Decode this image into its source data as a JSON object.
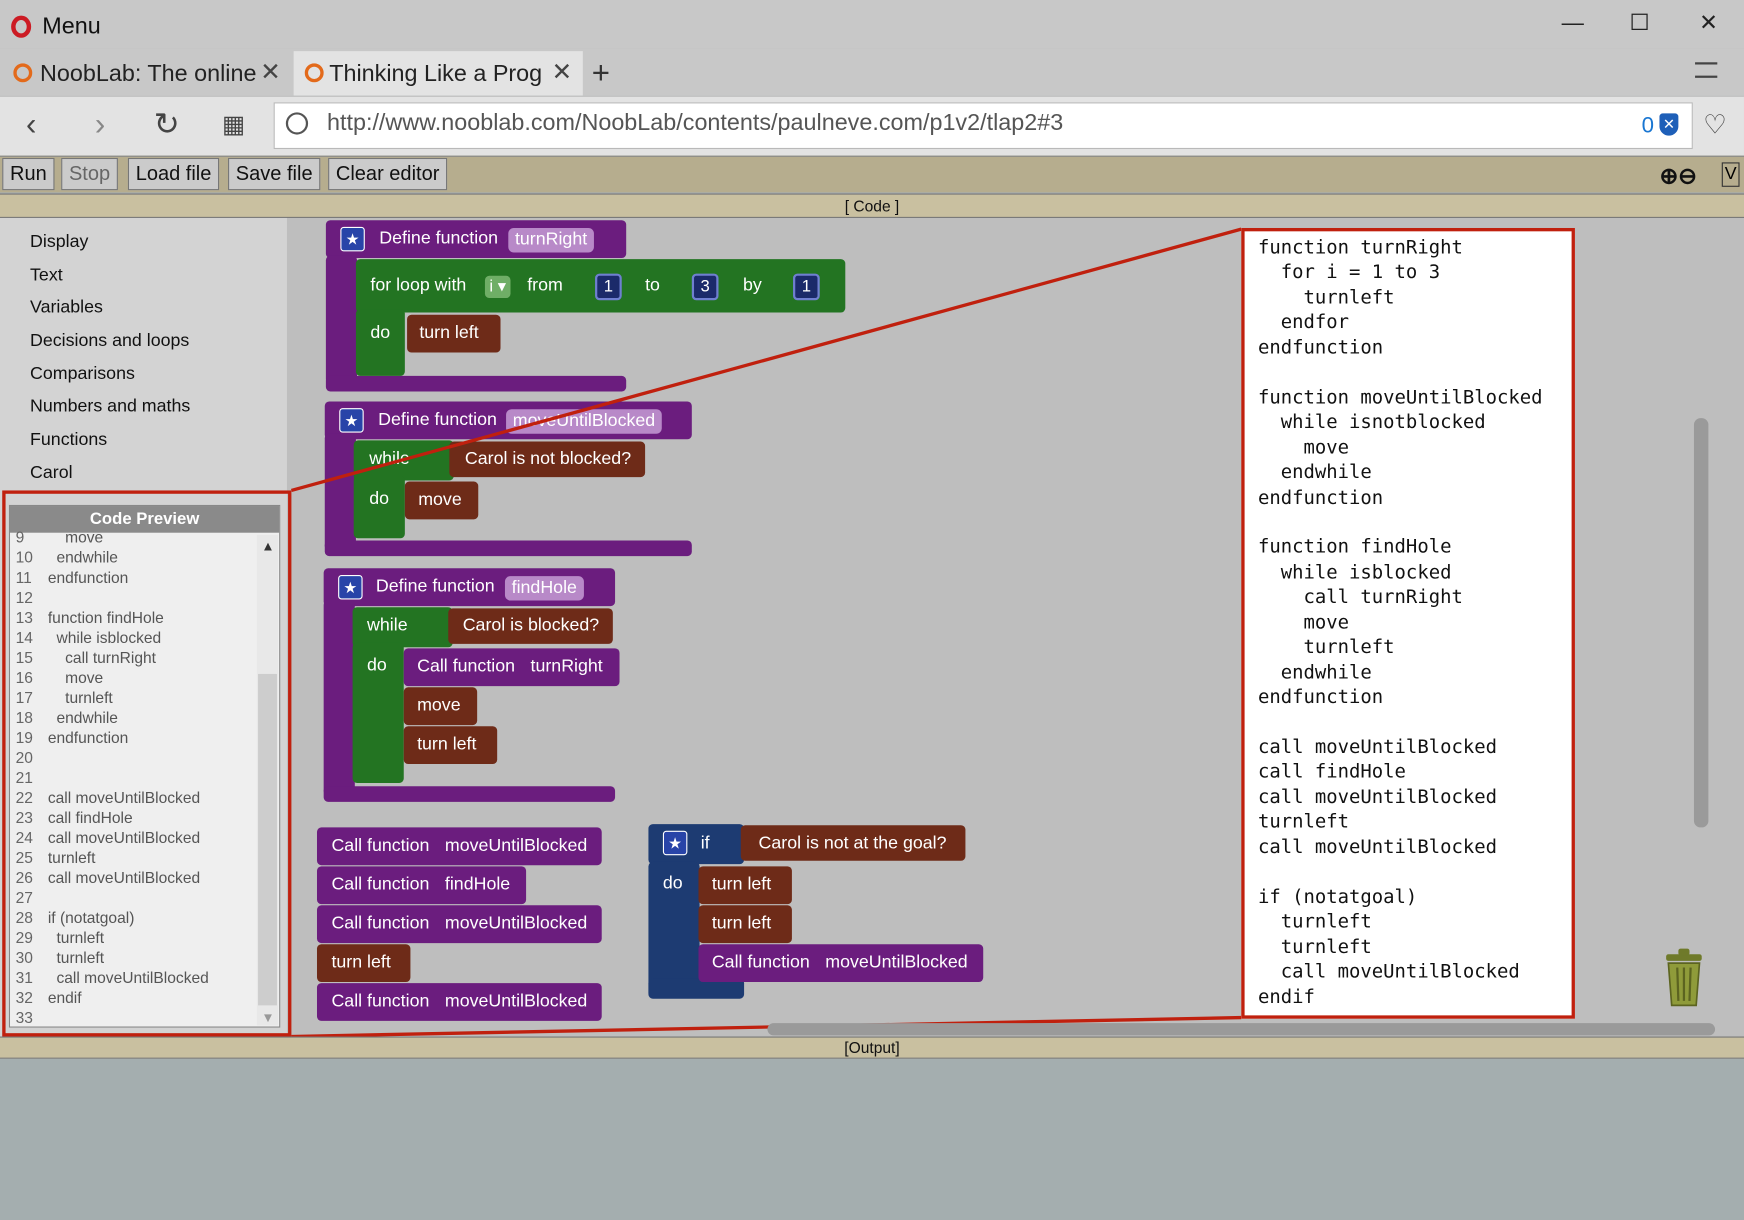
{
  "window": {
    "menu_label": "Menu",
    "minimize": "—",
    "maximize": "☐",
    "close": "✕"
  },
  "tabs": [
    {
      "title": "NoobLab: The online",
      "close": "✕"
    },
    {
      "title": "Thinking Like a Prog",
      "close": "✕"
    }
  ],
  "new_tab": "+",
  "address": {
    "url": "http://www.nooblab.com/NoobLab/contents/paulneve.com/p1v2/tlap2#3",
    "blocked_count": "0"
  },
  "toolbar": {
    "run": "Run",
    "stop": "Stop",
    "load": "Load file",
    "save": "Save file",
    "clear": "Clear editor",
    "v": "V"
  },
  "code_bar": "[ Code ]",
  "output_bar": "[Output]",
  "categories": [
    "Display",
    "Text",
    "Variables",
    "Decisions and loops",
    "Comparisons",
    "Numbers and maths",
    "Functions",
    "Carol"
  ],
  "preview": {
    "title": "Code Preview",
    "lines": [
      {
        "n": "9",
        "t": "    move"
      },
      {
        "n": "10",
        "t": "  endwhile"
      },
      {
        "n": "11",
        "t": "endfunction"
      },
      {
        "n": "12",
        "t": ""
      },
      {
        "n": "13",
        "t": "function findHole"
      },
      {
        "n": "14",
        "t": "  while isblocked"
      },
      {
        "n": "15",
        "t": "    call turnRight"
      },
      {
        "n": "16",
        "t": "    move"
      },
      {
        "n": "17",
        "t": "    turnleft"
      },
      {
        "n": "18",
        "t": "  endwhile"
      },
      {
        "n": "19",
        "t": "endfunction"
      },
      {
        "n": "20",
        "t": ""
      },
      {
        "n": "21",
        "t": ""
      },
      {
        "n": "22",
        "t": "call moveUntilBlocked"
      },
      {
        "n": "23",
        "t": "call findHole"
      },
      {
        "n": "24",
        "t": "call moveUntilBlocked"
      },
      {
        "n": "25",
        "t": "turnleft"
      },
      {
        "n": "26",
        "t": "call moveUntilBlocked"
      },
      {
        "n": "27",
        "t": ""
      },
      {
        "n": "28",
        "t": "if (notatgoal)"
      },
      {
        "n": "29",
        "t": "  turnleft"
      },
      {
        "n": "30",
        "t": "  turnleft"
      },
      {
        "n": "31",
        "t": "  call moveUntilBlocked"
      },
      {
        "n": "32",
        "t": "endif"
      },
      {
        "n": "33",
        "t": ""
      }
    ]
  },
  "blocks": {
    "define": "Define function",
    "turnRight": "turnRight",
    "moveUntilBlocked": "moveUntilBlocked",
    "findHole": "findHole",
    "for_loop": "for loop with",
    "var_i": "i",
    "from": "from",
    "to": "to",
    "by": "by",
    "n1": "1",
    "n3": "3",
    "n1b": "1",
    "do": "do",
    "turn_left": "turn left",
    "while": "while",
    "not_blocked": "Carol is not blocked?",
    "blocked": "Carol is blocked?",
    "move": "move",
    "call": "Call function",
    "if": "if",
    "not_goal": "Carol is not at the goal?"
  },
  "overlay_code": [
    "function turnRight",
    "  for i = 1 to 3",
    "    turnleft",
    "  endfor",
    "endfunction",
    "",
    "function moveUntilBlocked",
    "  while isnotblocked",
    "    move",
    "  endwhile",
    "endfunction",
    "",
    "function findHole",
    "  while isblocked",
    "    call turnRight",
    "    move",
    "    turnleft",
    "  endwhile",
    "endfunction",
    "",
    "call moveUntilBlocked",
    "call findHole",
    "call moveUntilBlocked",
    "turnleft",
    "call moveUntilBlocked",
    "",
    "if (notatgoal)",
    "  turnleft",
    "  turnleft",
    "  call moveUntilBlocked",
    "endif"
  ]
}
